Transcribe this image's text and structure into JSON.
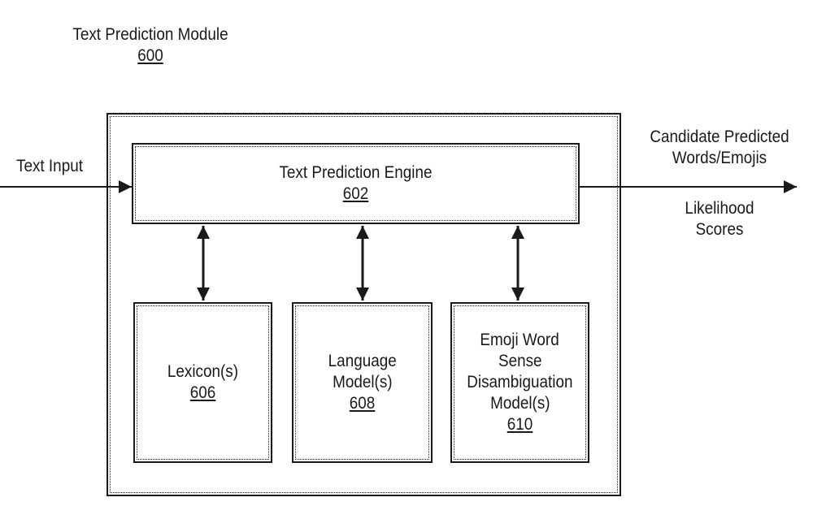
{
  "module": {
    "title": "Text Prediction Module",
    "ref": "600"
  },
  "engine": {
    "title": "Text Prediction Engine",
    "ref": "602"
  },
  "lexicon": {
    "title": "Lexicon(s)",
    "ref": "606"
  },
  "language_model": {
    "line1": "Language",
    "line2": "Model(s)",
    "ref": "608"
  },
  "emoji_model": {
    "line1": "Emoji Word",
    "line2": "Sense",
    "line3": "Disambiguation",
    "line4": "Model(s)",
    "ref": "610"
  },
  "input_label": "Text Input",
  "output": {
    "line1": "Candidate Predicted",
    "line2": "Words/Emojis",
    "scores1": "Likelihood",
    "scores2": "Scores"
  }
}
